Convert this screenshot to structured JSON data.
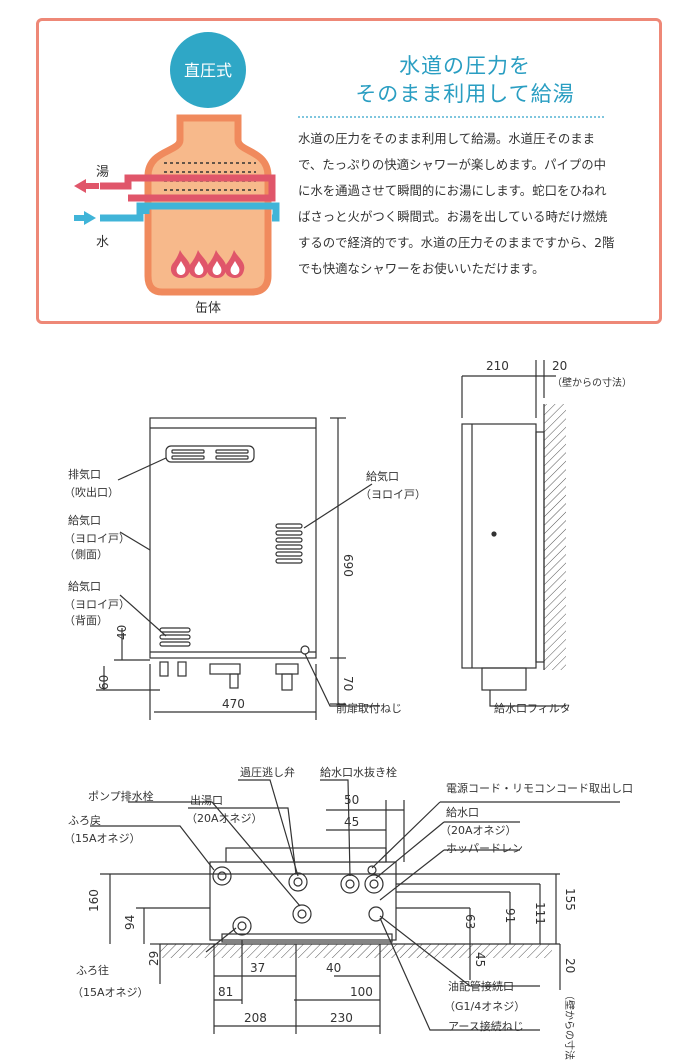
{
  "intro": {
    "badge": "直圧式",
    "headline_line1": "水道の圧力を",
    "headline_line2": "そのまま利用して給湯",
    "description": "水道の圧力をそのまま利用して給湯。水道圧そのままで、たっぷりの快適シャワーが楽しめます。パイプの中に水を通過させて瞬間的にお湯にします。蛇口をひねればさっと火がつく瞬間式。お湯を出している時だけ燃焼するので経済的です。水道の圧力そのままですから、2階でも快適なシャワーをお使いいただけます。",
    "label_hot": "湯",
    "label_water": "水",
    "label_body": "缶体",
    "colors": {
      "accent": "#2a9ec2",
      "hot": "#e0566a",
      "cold": "#40b4d8",
      "body": "#f7b98b",
      "border": "#ee8877"
    }
  },
  "front_view": {
    "labels": {
      "exhaust": "排気口",
      "exhaust_sub": "（吹出口）",
      "intake_side": "給気口",
      "intake_side_sub1": "（ヨロイ戸）",
      "intake_side_sub2": "（側面）",
      "intake_back": "給気口",
      "intake_back_sub1": "（ヨロイ戸）",
      "intake_back_sub2": "（背面）",
      "intake_right": "給気口",
      "intake_right_sub": "（ヨロイ戸）",
      "front_screw": "前扉取付ねじ"
    },
    "dims": {
      "height": "690",
      "width": "470",
      "d40": "40",
      "d60": "60",
      "d70": "70"
    }
  },
  "side_view": {
    "dims": {
      "depth": "210",
      "wall": "20"
    },
    "wall_note": "（壁からの寸法）",
    "filter_label": "給水口フィルタ"
  },
  "bottom_view": {
    "labels": {
      "relief_valve": "過圧逃し弁",
      "drain_plug": "給水口水抜き栓",
      "cord_outlet": "電源コード・リモコンコード取出し口",
      "pump_plug": "ポンプ排水栓",
      "hot_outlet": "出湯口",
      "hot_outlet_sub": "（20Aオネジ）",
      "bath_return": "ふろ戻",
      "bath_return_sub": "（15Aオネジ）",
      "water_inlet": "給水口",
      "water_inlet_sub": "（20Aオネジ）",
      "hopper_drain": "ホッパードレン",
      "bath_feed": "ふろ往",
      "bath_feed_sub": "（15Aオネジ）",
      "oil_pipe": "油配管接続口",
      "oil_pipe_sub": "（G1/4オネジ）",
      "earth": "アース接続ねじ",
      "wall_note": "（壁からの寸法）"
    },
    "dims": {
      "d50": "50",
      "d45a": "45",
      "d160": "160",
      "d94": "94",
      "d29": "29",
      "d63": "63",
      "d91": "91",
      "d111": "111",
      "d155": "155",
      "d45b": "45",
      "d20": "20",
      "d37": "37",
      "d81": "81",
      "d208": "208",
      "d40": "40",
      "d100": "100",
      "d230": "230"
    }
  }
}
